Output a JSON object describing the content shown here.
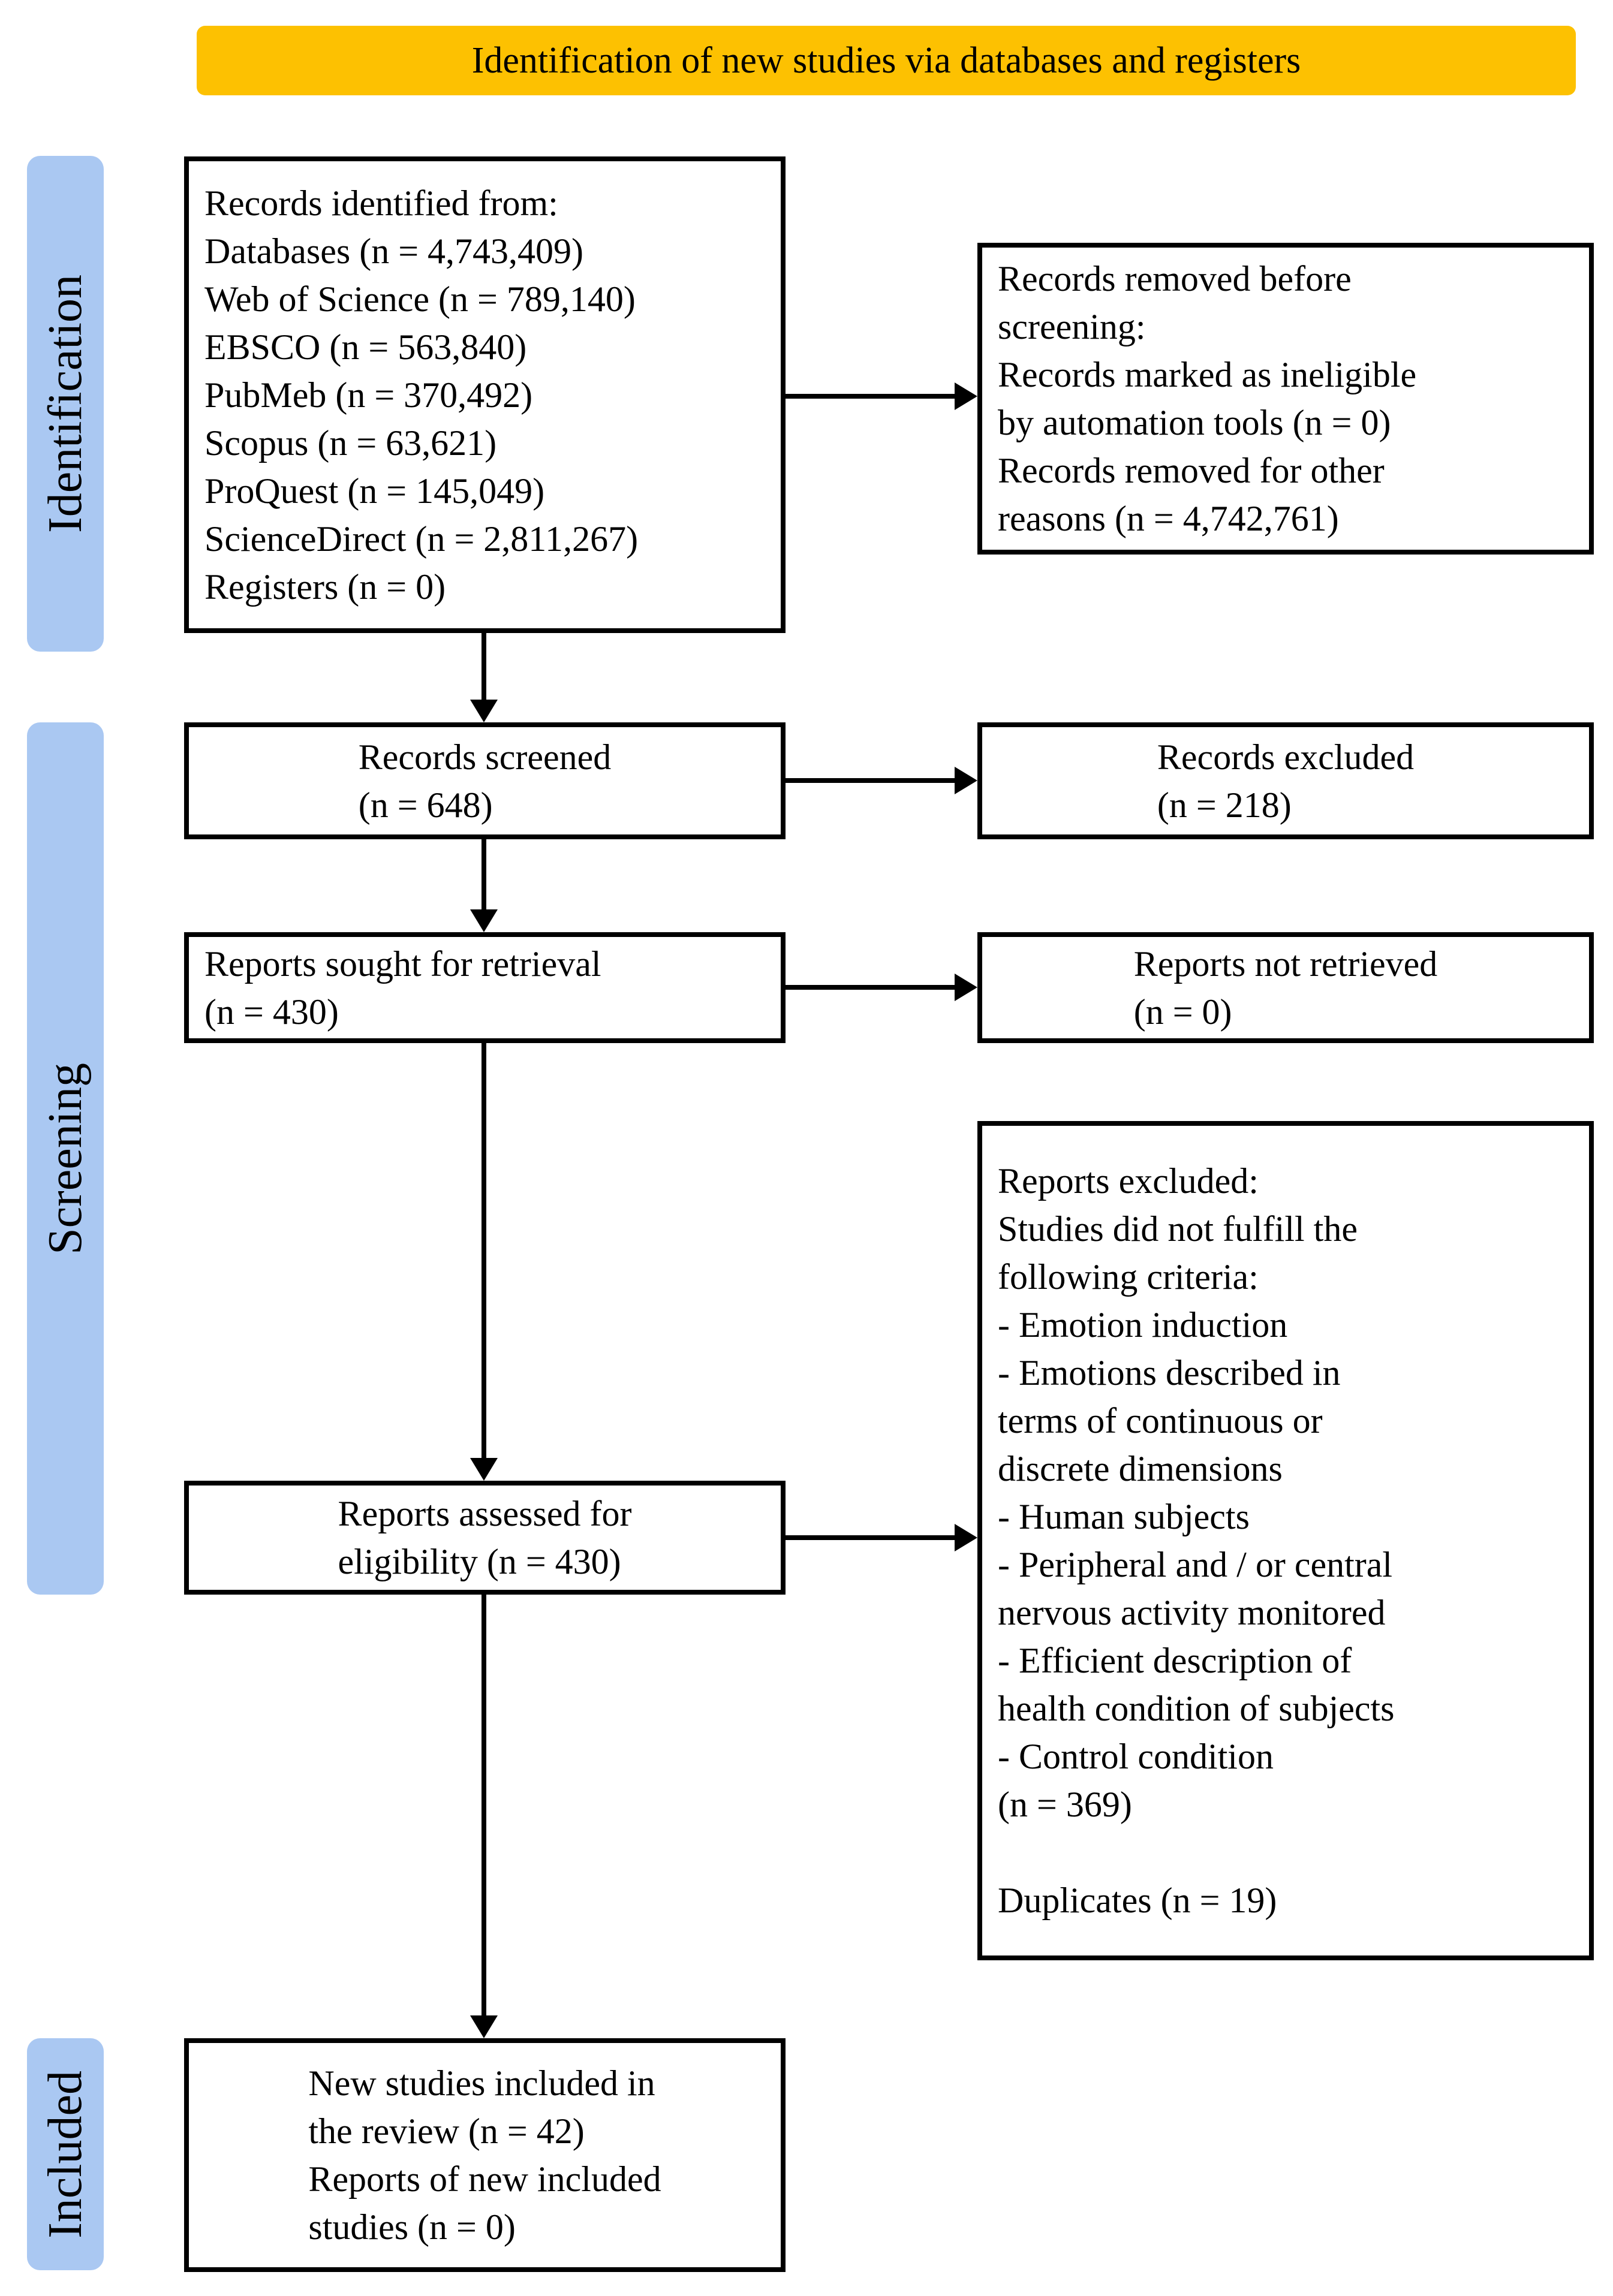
{
  "banner": {
    "label": "Identification of new studies via databases and registers"
  },
  "stages": [
    {
      "label": "Identification"
    },
    {
      "label": "Screening"
    },
    {
      "label": "Included"
    }
  ],
  "boxes": {
    "records_identified": {
      "lines": [
        "Records identified from:",
        "Databases (n = 4,743,409)",
        "Web of Science (n = 789,140)",
        "EBSCO (n = 563,840)",
        "PubMeb (n = 370,492)",
        "Scopus (n = 63,621)",
        "ProQuest (n = 145,049)",
        "ScienceDirect (n = 2,811,267)",
        "Registers (n = 0)"
      ]
    },
    "records_removed": {
      "lines": [
        "Records removed before",
        "screening:",
        "Records marked as ineligible",
        "by automation tools (n = 0)",
        "Records removed for other",
        "reasons (n = 4,742,761)"
      ]
    },
    "records_screened": {
      "lines": [
        "Records screened",
        "(n = 648)"
      ]
    },
    "records_excluded": {
      "lines": [
        "Records excluded",
        "(n = 218)"
      ]
    },
    "reports_sought": {
      "lines": [
        "Reports sought for retrieval",
        "(n = 430)"
      ]
    },
    "reports_not_retrieved": {
      "lines": [
        "Reports not retrieved",
        "(n = 0)"
      ]
    },
    "reports_assessed": {
      "lines": [
        "Reports assessed for",
        "eligibility (n = 430)"
      ]
    },
    "reports_excluded": {
      "lines": [
        "Reports excluded:",
        "Studies did not fulfill the",
        "following criteria:",
        "- Emotion induction",
        "- Emotions described in",
        "terms of continuous or",
        "discrete dimensions",
        "- Human subjects",
        "- Peripheral and / or central",
        "nervous activity monitored",
        "- Efficient description of",
        "health condition of subjects",
        "- Control condition",
        "(n = 369)",
        "",
        "Duplicates (n = 19)"
      ]
    },
    "new_studies_included": {
      "lines": [
        "New studies included in",
        "the review (n = 42)",
        "Reports of new included",
        "studies (n = 0)"
      ]
    }
  },
  "colors": {
    "banner_bg": "#FDC101",
    "stage_bg": "#AAC8F2",
    "line_color": "#000000",
    "box_bg": "#FFFFFF"
  }
}
